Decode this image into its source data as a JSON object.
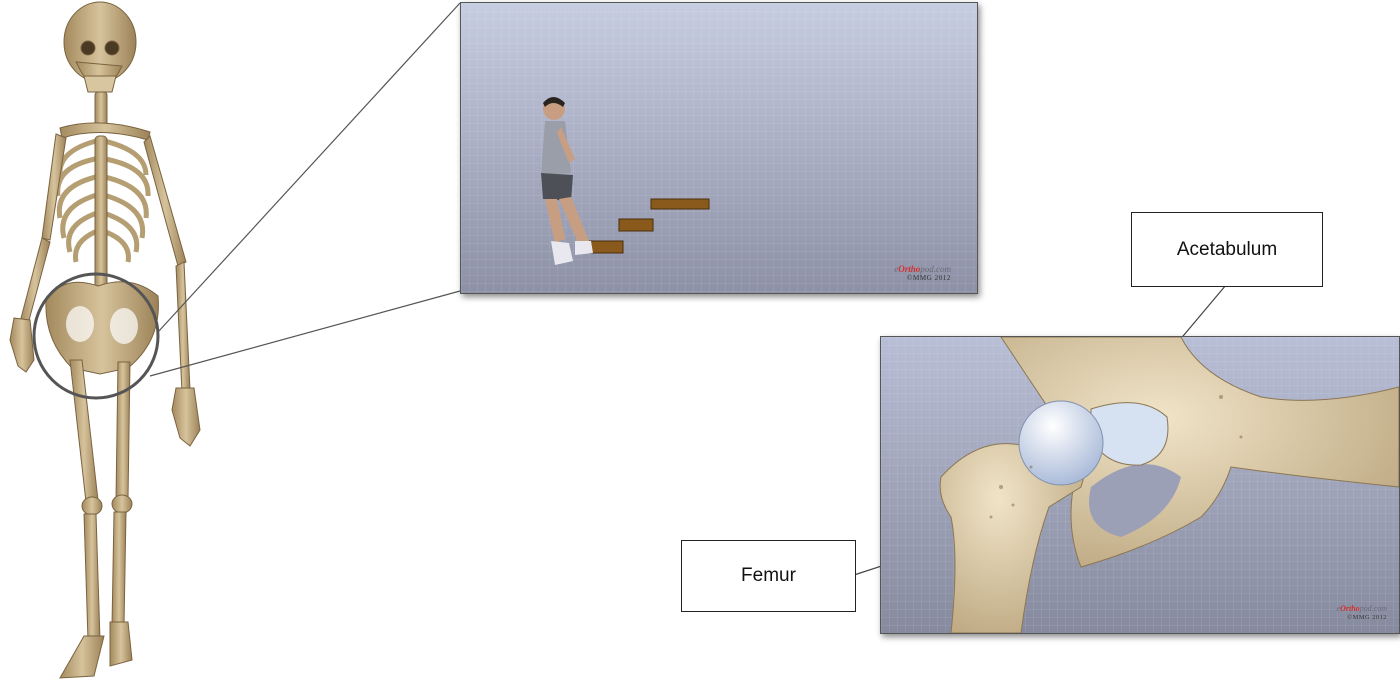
{
  "labels": {
    "acetabulum": "Acetabulum",
    "femur": "Femur"
  },
  "watermarks": {
    "brand_prefix": "e",
    "brand_highlight": "Ortho",
    "brand_suffix": "pod.com",
    "copyright": "©MMG 2012"
  },
  "colors": {
    "bone": "#c9b48c",
    "panel_top": "#b9c0d8",
    "panel_bottom": "#8a8ea2",
    "callout_border": "#222222",
    "magnifier_ring": "#555555"
  }
}
